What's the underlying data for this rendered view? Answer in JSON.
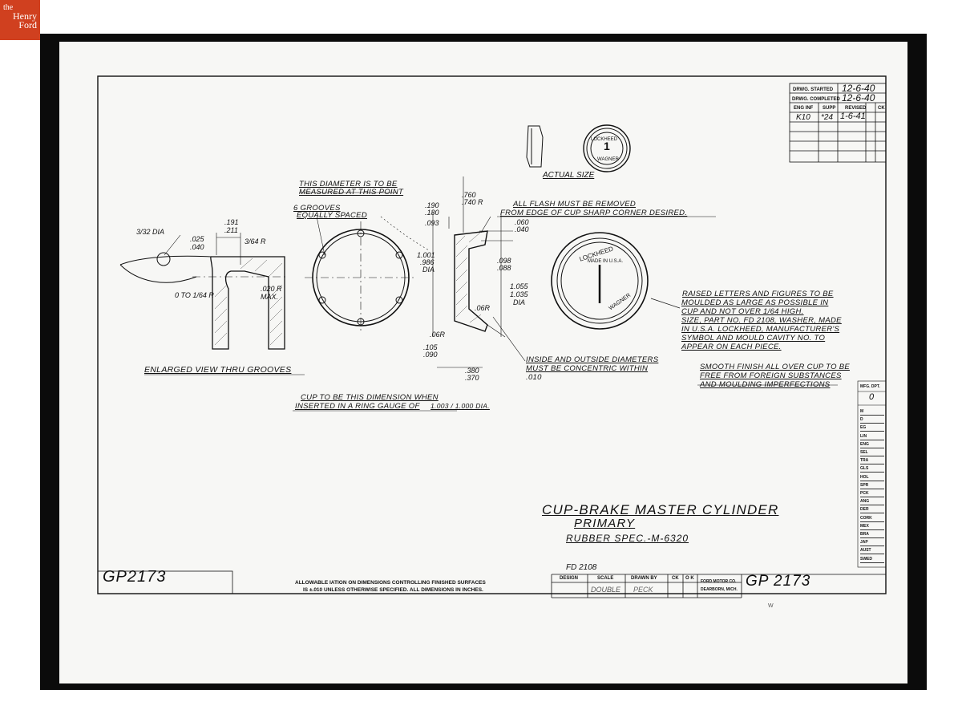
{
  "logo": {
    "line1": "the",
    "line2": "Henry",
    "line3": "Ford"
  },
  "title_block": {
    "started_label": "DRWG. STARTED",
    "started_value": "12-6-40",
    "completed_label": "DRWG. COMPLETED",
    "completed_value": "12-6-40",
    "col_eng": "ENG INF",
    "col_supp": "SUPP",
    "col_revised": "REVISED",
    "col_ck": "CK",
    "rev_eng": "K10",
    "rev_supp": "*24",
    "rev_date": "1-6-41"
  },
  "views": {
    "actual_size": "ACTUAL SIZE",
    "enlarged_view": "ENLARGED VIEW THRU GROOVES"
  },
  "notes": {
    "diameter_note_1": "THIS DIAMETER IS TO BE",
    "diameter_note_2": "MEASURED AT THIS POINT",
    "grooves_1": "6 GROOVES",
    "grooves_2": "EQUALLY SPACED",
    "flash_1": "ALL FLASH MUST BE REMOVED",
    "flash_2": "FROM EDGE OF CUP SHARP CORNER DESIRED.",
    "raised_1": "RAISED LETTERS AND FIGURES TO BE",
    "raised_2": "MOULDED AS LARGE AS POSSIBLE IN",
    "raised_3": "CUP AND NOT OVER 1/64 HIGH.",
    "raised_4": "SIZE, PART NO. FD 2108, WASHER, MADE",
    "raised_5": "IN U.S.A. LOCKHEED, MANUFACTURER'S",
    "raised_6": "SYMBOL AND MOULD CAVITY NO. TO",
    "raised_7": "APPEAR ON EACH PIECE.",
    "concentric_1": "INSIDE AND OUTSIDE DIAMETERS",
    "concentric_2": "MUST BE CONCENTRIC WITHIN",
    "concentric_3": ".010",
    "smooth_1": "SMOOTH FINISH ALL OVER CUP TO BE",
    "smooth_2": "FREE FROM FOREIGN SUBSTANCES",
    "smooth_3": "AND MOULDING IMPERFECTIONS",
    "gauge_1": "CUP TO BE THIS DIMENSION WHEN",
    "gauge_2": "INSERTED IN A RING GAUGE OF",
    "gauge_3": "1.003 / 1.000 DIA."
  },
  "dimensions": {
    "d_dia_frac": "3/32 DIA",
    "d_025": ".025",
    "d_040a": ".040",
    "d_191": ".191",
    "d_211": ".211",
    "d_r": "3/64 R",
    "d_0tor": "0 TO 1/64 R",
    "d_020r": ".020 R",
    "d_max": "MAX.",
    "d_190": ".190",
    "d_180": ".180",
    "d_093": ".093",
    "d_760": ".760",
    "d_740": ".740 R",
    "d_060": ".060",
    "d_040b": ".040",
    "d_1001": "1.001",
    "d_986": ".986",
    "d_dia1": "DIA",
    "d_098": ".098",
    "d_088": ".088",
    "d_1055": "1.055",
    "d_1035": "1.035",
    "d_dia2": "DIA",
    "d_06r_a": ".06R",
    "d_06r_b": ".06R",
    "d_105": ".105",
    "d_090": ".090",
    "d_380": ".380",
    "d_370": ".370"
  },
  "stamp": {
    "brand": "LOCKHEED",
    "made": "MADE IN U.S.A.",
    "washer": "WAGNER",
    "mark": "1"
  },
  "part": {
    "title": "CUP-BRAKE MASTER CYLINDER",
    "subtitle": "PRIMARY",
    "spec": "RUBBER SPEC.-M-6320",
    "fd": "FD 2108",
    "number_left": "GP2173",
    "number_right": "GP 2173",
    "w_mark": "W"
  },
  "tolerance": {
    "line1": "ALLOWABLE       IATION ON DIMENSIONS CONTROLLING FINISHED SURFACES",
    "line2": "IS ±.010 UNLESS OTHERWISE SPECIFIED.   ALL DIMENSIONS IN INCHES."
  },
  "bottom_block": {
    "design": "DESIGN",
    "scale": "SCALE",
    "drawn_by": "DRAWN BY",
    "ck": "CK",
    "ok": "O K",
    "company": "FORD MOTOR CO.",
    "city": "DEARBORN, MICH.",
    "scale_value": "DOUBLE",
    "drawn_value": "PECK"
  },
  "side_table": {
    "header": "MFG. DPT.",
    "value": "0",
    "rows": [
      "M",
      "D",
      "EG",
      "LIN",
      "ENG",
      "SEL",
      "TRA",
      "GLS",
      "HOL",
      "SPR",
      "PCK",
      "ANG",
      "DER",
      "CORK",
      "MEX",
      "BRA",
      "JAP",
      "AUST",
      "SWED"
    ]
  }
}
